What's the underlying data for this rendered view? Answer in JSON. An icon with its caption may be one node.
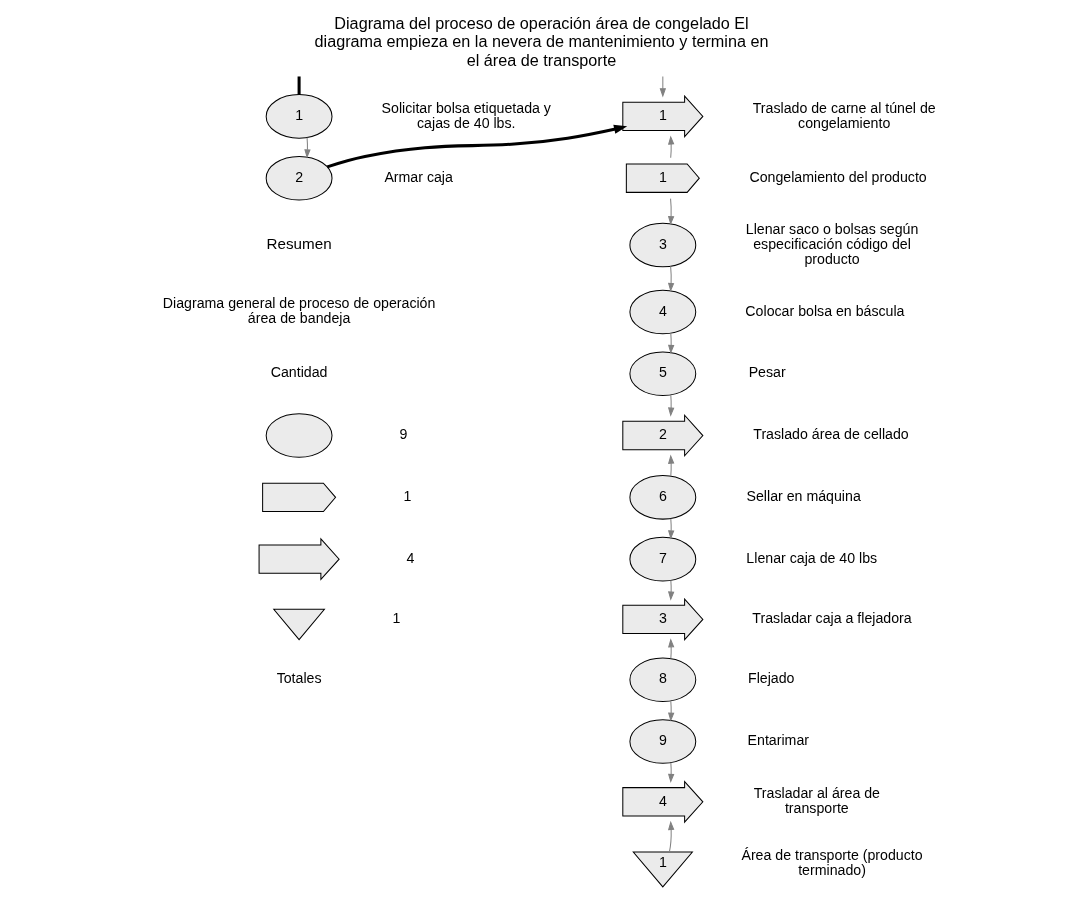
{
  "diagram": {
    "title": "Diagrama del proceso de operación área de congelado El diagrama empieza en la nevera de mantenimiento y termina en el área de transporte",
    "nodes": [
      {
        "text": [
          "1"
        ],
        "beside": [
          "Solicitar bolsa etiquetada y cajas de 40 lbs."
        ]
      },
      {
        "text": [
          "2"
        ],
        "beside": [
          "Armar caja"
        ]
      },
      {
        "text": [
          "1"
        ],
        "beside": [
          "Traslado de carne al túnel de congelamiento"
        ]
      },
      {
        "text": [
          "1"
        ],
        "beside": [
          "Congelamiento del producto"
        ]
      },
      {
        "text": [
          "3"
        ],
        "beside": [
          "Llenar saco o bolsas según especificación código del producto"
        ]
      },
      {
        "text": [
          "4"
        ],
        "beside": [
          "Colocar bolsa en báscula"
        ]
      },
      {
        "text": [
          "5"
        ],
        "beside": [
          "Pesar"
        ]
      },
      {
        "text": [
          "2"
        ],
        "beside": [
          "Traslado área de cellado"
        ]
      },
      {
        "text": [
          "6"
        ],
        "beside": [
          "Sellar en máquina"
        ]
      },
      {
        "text": [
          "7"
        ],
        "beside": [
          "Llenar caja de 40 lbs"
        ]
      },
      {
        "text": [
          "3"
        ],
        "beside": [
          "Trasladar caja a flejadora"
        ]
      },
      {
        "text": [
          "8"
        ],
        "beside": [
          "Flejado"
        ]
      },
      {
        "text": [
          "9"
        ],
        "beside": [
          "Entarimar"
        ]
      },
      {
        "text": [
          "4"
        ],
        "beside": [
          "Trasladar al área de transporte"
        ]
      },
      {
        "text": [
          "1"
        ],
        "beside": [
          "Área de transporte (producto terminado)"
        ]
      },
      {
        "text": [],
        "shape": "circle"
      },
      {
        "text": [],
        "shape": "delay"
      },
      {
        "text": [],
        "shape": "arrow"
      },
      {
        "text": [],
        "shape": "triangle"
      }
    ],
    "edges": [
      {
        "from": null,
        "to": 0,
        "arrow": "none",
        "style": "thick",
        "color": "#000000"
      },
      {
        "from": 0,
        "to": 1,
        "arrow": "to"
      },
      {
        "from": 1,
        "to": 2,
        "arrow": "to",
        "style": "thick",
        "color": "#000000"
      },
      {
        "from": null,
        "to": 2,
        "arrow": "to"
      },
      {
        "from": 3,
        "to": 2,
        "arrow": "to"
      },
      {
        "from": 3,
        "to": 4,
        "arrow": "to"
      },
      {
        "from": 4,
        "to": 5,
        "arrow": "to"
      },
      {
        "from": 5,
        "to": 6,
        "arrow": "to"
      },
      {
        "from": 6,
        "to": 7,
        "arrow": "to"
      },
      {
        "from": 8,
        "to": 7,
        "arrow": "to"
      },
      {
        "from": 8,
        "to": 9,
        "arrow": "to"
      },
      {
        "from": 9,
        "to": 10,
        "arrow": "to"
      },
      {
        "from": 11,
        "to": 10,
        "arrow": "to"
      },
      {
        "from": 11,
        "to": 12,
        "arrow": "to"
      },
      {
        "from": 12,
        "to": 13,
        "arrow": "to"
      },
      {
        "from": 14,
        "to": 13,
        "arrow": "to"
      }
    ],
    "labels": [
      "Resumen",
      "Diagrama general de proceso de operación área de bandeja",
      "Cantidad",
      "9",
      "1",
      "4",
      "1",
      "Totales"
    ]
  }
}
